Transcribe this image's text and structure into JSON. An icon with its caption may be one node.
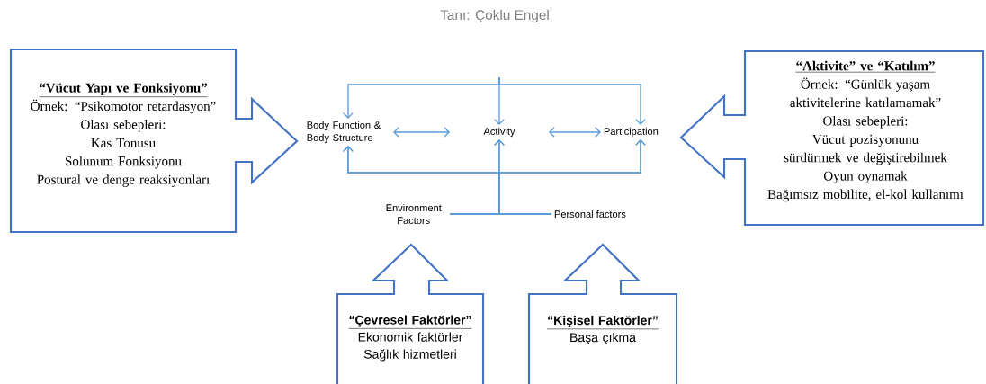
{
  "diagram": {
    "title": "Tanı: Çoklu Engel",
    "nodes": [
      {
        "text": [
          "“Vücut Yapı ve Fonksiyonu”",
          "Örnek: “Psikomotor retardasyon”",
          "Olası sebepleri:",
          "Kas Tonusu",
          "Solunum Fonksiyonu",
          "Postural  ve denge reaksiyonları"
        ]
      },
      {
        "text": [
          "“Aktivite” ve “Katılım”",
          "Örnek: “Günlük yaşam aktivitelerine katılamamak”",
          "Olası sebepleri:",
          "Vücut pozisyonunu sürdürmek ve değiştirebilmek",
          "Oyun oynamak",
          "Bağımsız mobilite, el-kol kullanımı"
        ]
      },
      {
        "text": [
          "Body Function & Body Structure"
        ]
      },
      {
        "text": [
          "Activity"
        ]
      },
      {
        "text": [
          "Participation"
        ]
      },
      {
        "text": [
          "Environment Factors"
        ]
      },
      {
        "text": [
          "Personal factors"
        ]
      },
      {
        "text": [
          "“Çevresel Faktörler”",
          "Ekonomik faktörler",
          "Sağlık hizmetleri"
        ]
      },
      {
        "text": [
          "“Kişisel Faktörler”",
          "Başa çıkma"
        ]
      }
    ],
    "edges": [
      {
        "from": 2,
        "to": 3,
        "arrow": "both"
      },
      {
        "from": 3,
        "to": 4,
        "arrow": "both"
      },
      {
        "from": null,
        "to": 2,
        "arrow": "to"
      },
      {
        "from": null,
        "to": 3,
        "arrow": "to"
      },
      {
        "from": null,
        "to": 4,
        "arrow": "to"
      },
      {
        "from": 5,
        "to": 2,
        "arrow": "to"
      },
      {
        "from": 5,
        "to": 3,
        "arrow": "to"
      },
      {
        "from": 5,
        "to": 4,
        "arrow": "to"
      },
      {
        "from": 6,
        "to": 2,
        "arrow": "to"
      },
      {
        "from": 6,
        "to": 3,
        "arrow": "to"
      },
      {
        "from": 6,
        "to": 4,
        "arrow": "to"
      }
    ]
  }
}
